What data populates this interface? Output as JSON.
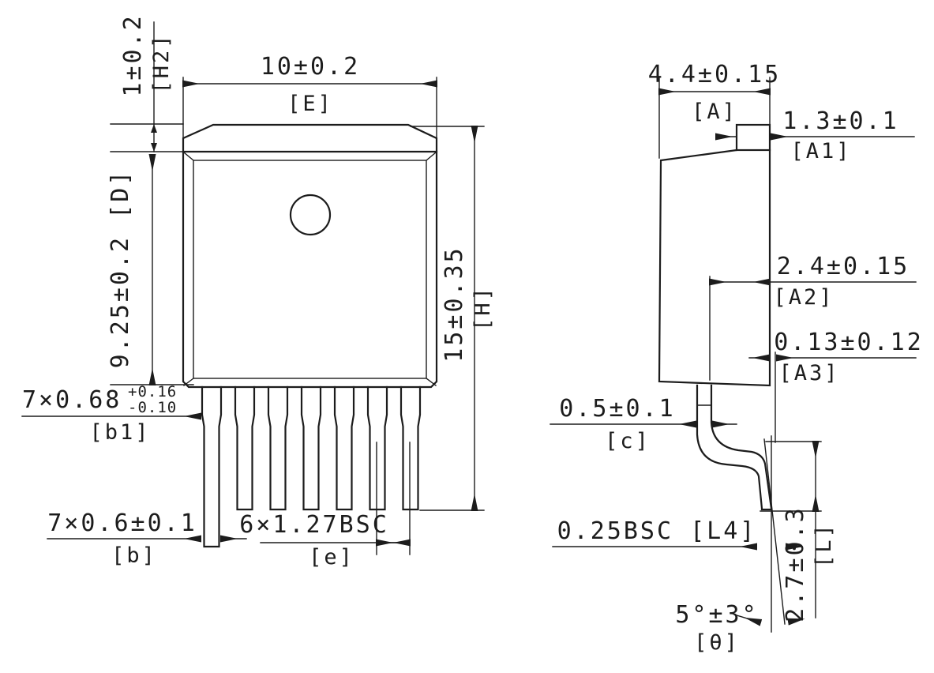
{
  "drawing": {
    "kind": "package-outline-dimension-drawing",
    "colors": {
      "line": "#1c1c1c",
      "background": "#ffffff"
    },
    "front": {
      "dim_h2": {
        "value": "1±0.2",
        "ref": "[H2]"
      },
      "dim_e": {
        "value": "10±0.2",
        "ref": "[E]"
      },
      "dim_d": {
        "value": "9.25±0.2 [D]"
      },
      "dim_h": {
        "value": "15±0.35",
        "ref": "[H]"
      },
      "dim_b1": {
        "prefix": "7×0.68",
        "tol_plus": "+0.16",
        "tol_minus": "-0.10",
        "ref": "[b1]"
      },
      "dim_b": {
        "value": "7×0.6±0.1",
        "ref": "[b]"
      },
      "dim_e_pitch": {
        "value": "6×1.27BSC",
        "ref": "[e]"
      }
    },
    "side": {
      "dim_a": {
        "value": "4.4±0.15",
        "ref": "[A]"
      },
      "dim_a1": {
        "value": "1.3±0.1",
        "ref": "[A1]"
      },
      "dim_a2": {
        "value": "2.4±0.15",
        "ref": "[A2]"
      },
      "dim_a3": {
        "value": "0.13±0.12",
        "ref": "[A3]"
      },
      "dim_c": {
        "value": "0.5±0.1",
        "ref": "[c]"
      },
      "dim_l4": {
        "value": "0.25BSC [L4]"
      },
      "dim_l": {
        "value": "2.7±0.3",
        "ref": "[L]"
      },
      "dim_theta": {
        "value": "5°±3°",
        "ref": "[θ]"
      }
    }
  }
}
